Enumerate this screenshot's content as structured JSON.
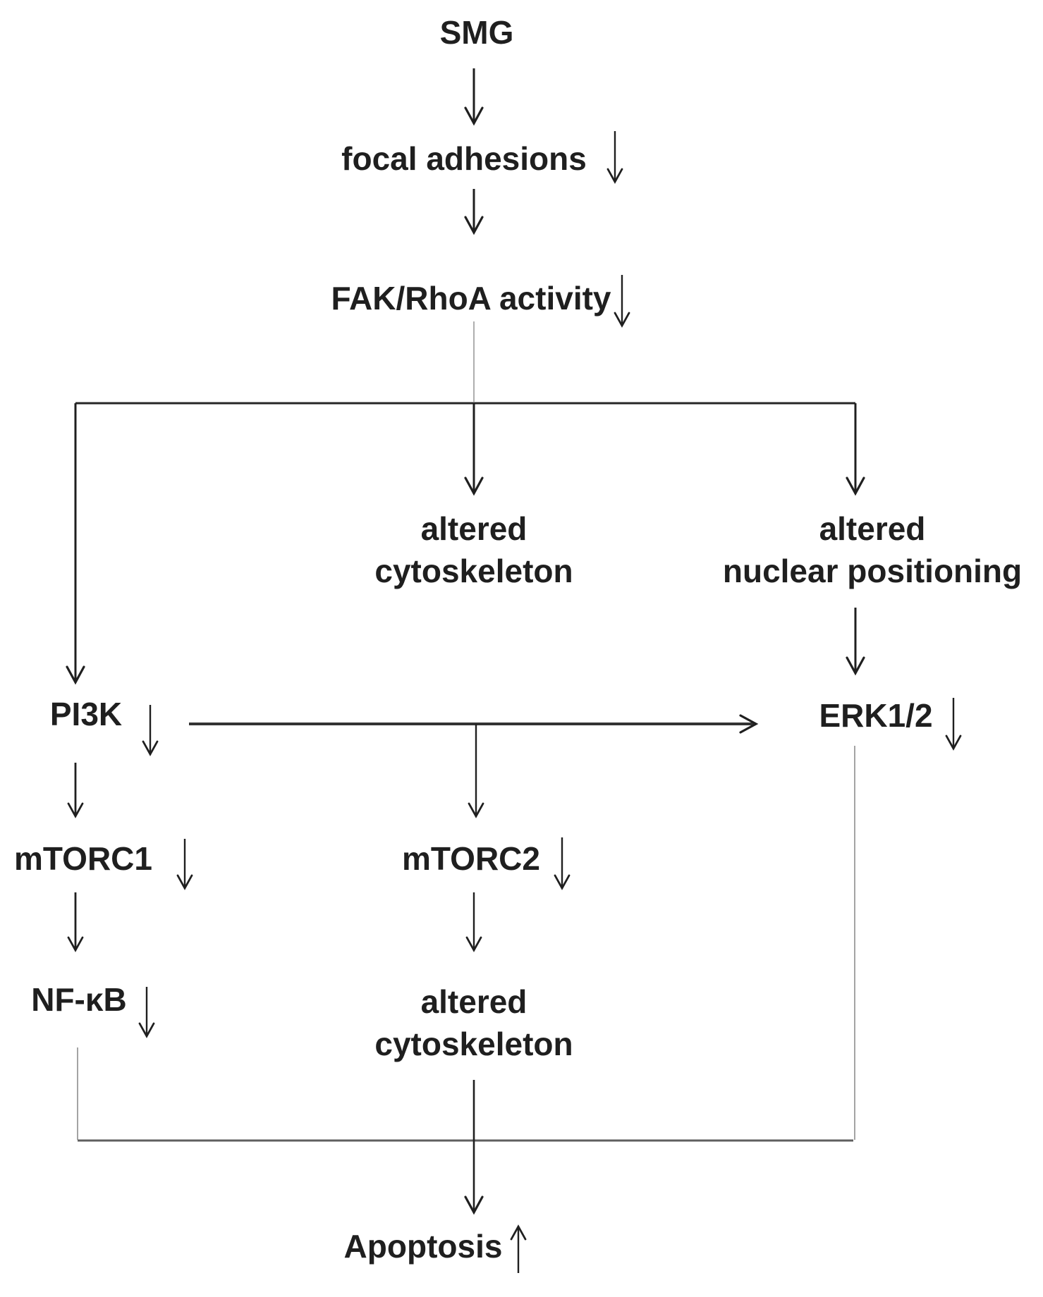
{
  "diagram": {
    "type": "pathway-flowchart",
    "background": "#ffffff",
    "colors": {
      "text": "#1f1f1f",
      "arrow": "#1f1f1f",
      "branch_line": "#262626",
      "thin_connector_gray": "#9a9a9a",
      "merge_line_gray": "#5f5f5f"
    },
    "nodes": {
      "smg": {
        "label": "SMG"
      },
      "focal_adhesions": {
        "label": "focal adhesions",
        "direction": "down"
      },
      "fak_rhoa": {
        "label": "FAK/RhoA activity",
        "direction": "down"
      },
      "altered_cytoskeleton_upper": {
        "line1": "altered",
        "line2": "cytoskeleton"
      },
      "altered_nuclear_positioning": {
        "line1": "altered",
        "line2": "nuclear positioning"
      },
      "pi3k": {
        "label": "PI3K",
        "direction": "down"
      },
      "erk12": {
        "label": "ERK1/2",
        "direction": "down"
      },
      "mtorc1": {
        "label": "mTORC1",
        "direction": "down"
      },
      "mtorc2": {
        "label": "mTORC2",
        "direction": "down"
      },
      "nfkb": {
        "label": "NF-κB",
        "direction": "down"
      },
      "altered_cytoskeleton_lower": {
        "line1": "altered",
        "line2": "cytoskeleton"
      },
      "apoptosis": {
        "label": "Apoptosis",
        "direction": "up"
      }
    },
    "edges": [
      {
        "from": "SMG",
        "to": "focal adhesions"
      },
      {
        "from": "focal adhesions",
        "to": "FAK/RhoA activity"
      },
      {
        "from": "FAK/RhoA activity",
        "to": "altered cytoskeleton"
      },
      {
        "from": "FAK/RhoA activity",
        "to": "altered nuclear positioning"
      },
      {
        "from": "FAK/RhoA activity",
        "to": "PI3K"
      },
      {
        "from": "altered nuclear positioning",
        "to": "ERK1/2"
      },
      {
        "from": "PI3K",
        "to": "ERK1/2"
      },
      {
        "from": "PI3K",
        "to": "mTORC2"
      },
      {
        "from": "PI3K",
        "to": "mTORC1"
      },
      {
        "from": "mTORC1",
        "to": "NF-κB"
      },
      {
        "from": "mTORC2",
        "to": "altered cytoskeleton"
      },
      {
        "from": "NF-κB",
        "to": "Apoptosis"
      },
      {
        "from": "altered cytoskeleton",
        "to": "Apoptosis"
      },
      {
        "from": "ERK1/2",
        "to": "Apoptosis"
      }
    ]
  }
}
